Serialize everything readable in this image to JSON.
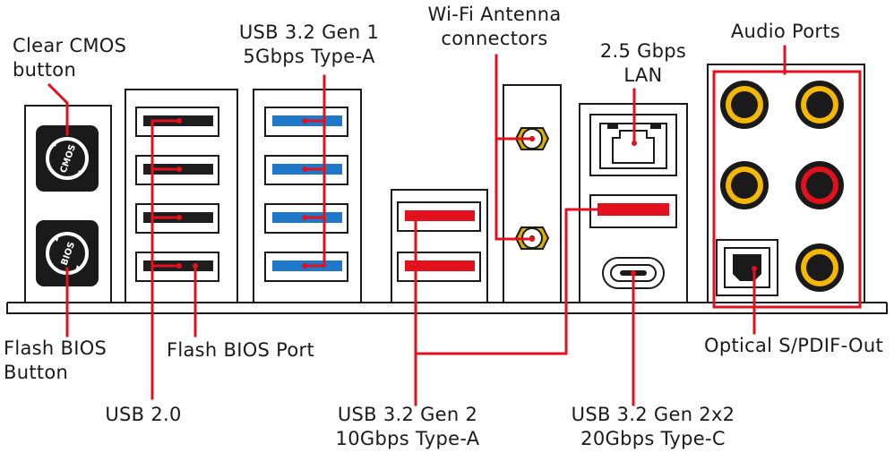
{
  "diagram": {
    "accent_color": "#e3101e",
    "port_colors": {
      "usb_2_0": "#1e1e1e",
      "usb_gen1": "#1f77c8",
      "usb_gen2": "#e3101e",
      "wifi_connector": "#d9b000",
      "audio_ring": "#f5b800",
      "audio_mic_ring": "#e3101e"
    },
    "labels": {
      "clear_cmos": [
        "Clear CMOS",
        "button"
      ],
      "usb_gen1": [
        "USB 3.2 Gen 1",
        "5Gbps Type-A"
      ],
      "wifi_antenna": [
        "Wi-Fi Antenna",
        "connectors"
      ],
      "lan": [
        "2.5 Gbps",
        "LAN"
      ],
      "audio_ports": "Audio Ports",
      "flash_bios_button": [
        "Flash BIOS",
        "Button"
      ],
      "flash_bios_port": "Flash BIOS Port",
      "optical_spdif": "Optical S/PDIF-Out",
      "usb_2_0": "USB 2.0",
      "usb_gen2": [
        "USB 3.2 Gen 2",
        "10Gbps Type-A"
      ],
      "usb_gen2x2": [
        "USB 3.2 Gen 2x2",
        "20Gbps Type-C"
      ]
    },
    "button_text": {
      "cmos": "CMOS",
      "bios": "BIOS"
    }
  }
}
